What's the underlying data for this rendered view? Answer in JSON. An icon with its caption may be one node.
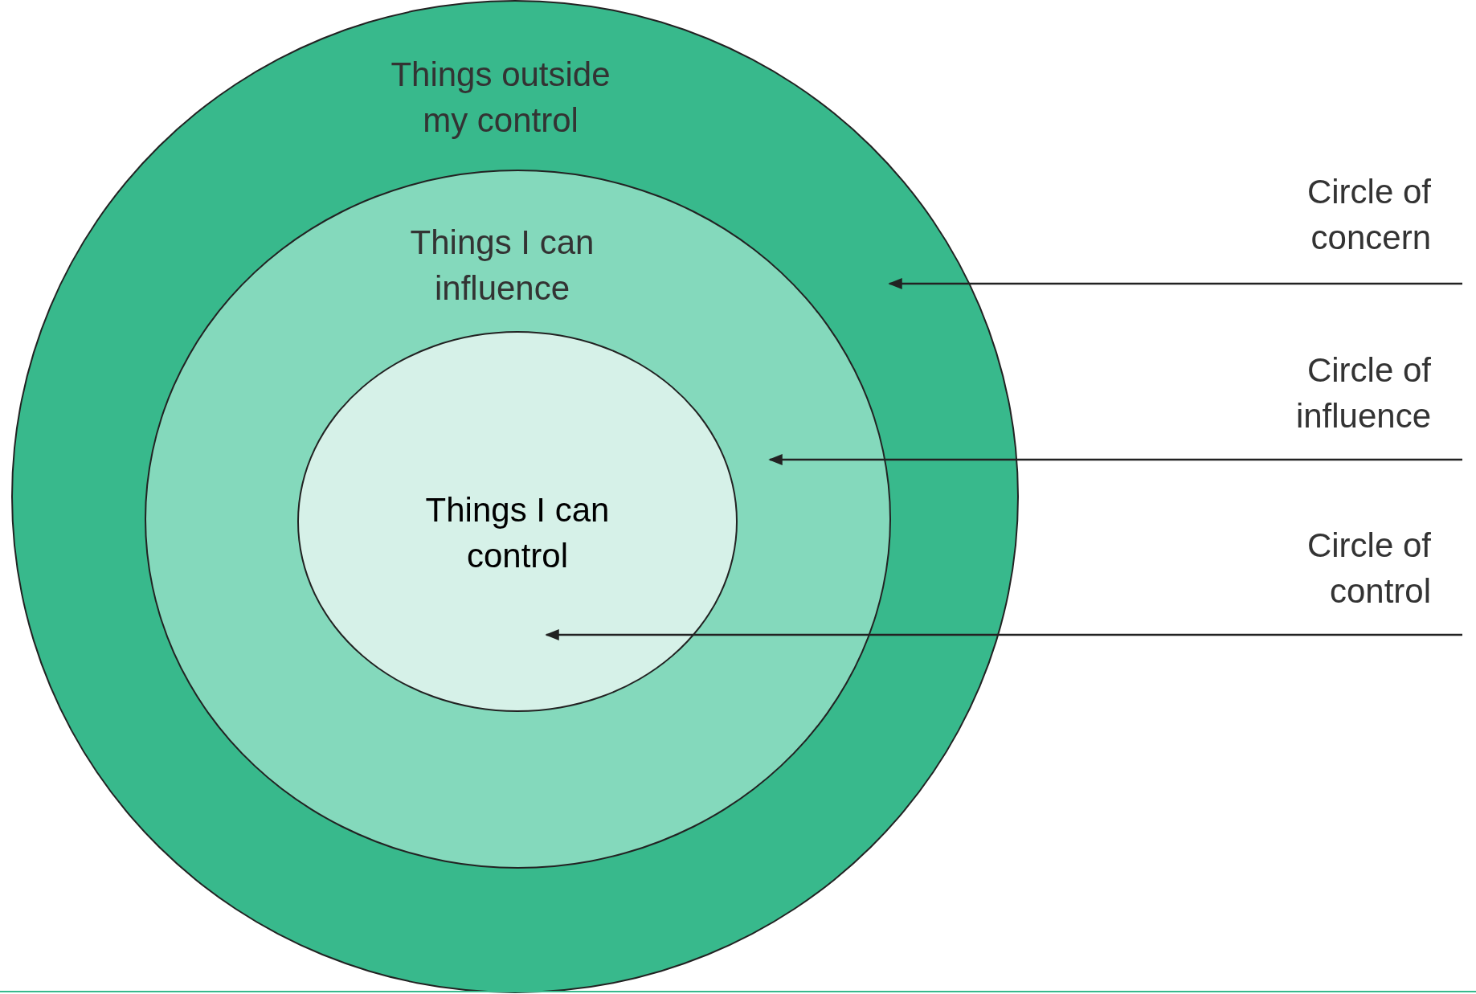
{
  "diagram": {
    "nodes": [
      {
        "text": [
          "Things outside my control"
        ]
      },
      {
        "text": [
          "Things I can influence"
        ],
        "in": 0
      },
      {
        "text": [
          "Things I can control"
        ],
        "in": 1
      },
      {
        "text": [
          "Circle of concern"
        ]
      },
      {
        "text": [
          "Circle of influence"
        ]
      },
      {
        "text": [
          "Circle of control"
        ]
      }
    ],
    "edges": [
      {
        "from": 3,
        "to": 0,
        "arrow": "to"
      },
      {
        "from": 4,
        "to": 1,
        "arrow": "to"
      },
      {
        "from": 5,
        "to": 2,
        "arrow": "to"
      }
    ]
  }
}
